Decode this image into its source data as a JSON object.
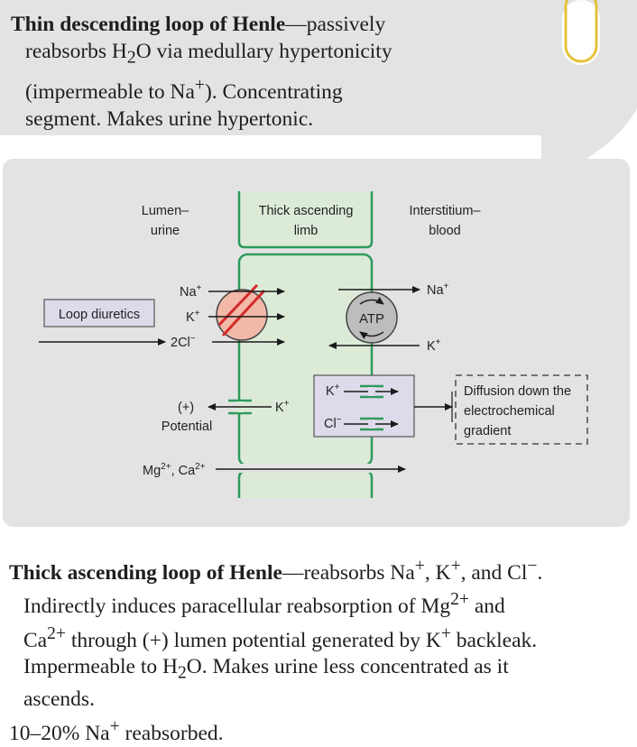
{
  "top_note": {
    "title": "Thin descending loop of Henle",
    "dash": "—",
    "line1_rest": "passively",
    "line2_a": "reabsorbs H",
    "line2_sub": "2",
    "line2_b": "O via medullary hypertonicity",
    "line3_a": "(impermeable to Na",
    "line3_sup": "+",
    "line3_b": "). Concentrating",
    "line4": "segment. Makes urine hypertonic."
  },
  "diagram": {
    "lumen_label_1": "Lumen–",
    "lumen_label_2": "urine",
    "limb_label_1": "Thick ascending",
    "limb_label_2": "limb",
    "interstitium_label_1": "Interstitium–",
    "interstitium_label_2": "blood",
    "loop_diuretics": "Loop diuretics",
    "na": "Na",
    "k": "K",
    "cl2": "2Cl",
    "sup_plus": "+",
    "sup_minus": "−",
    "atp": "ATP",
    "na_out": "Na",
    "k_in": "K",
    "channel_k": "K",
    "channel_cl": "Cl",
    "diffusion_1": "Diffusion down the",
    "diffusion_2": "electrochemical",
    "diffusion_3": "gradient",
    "potential_sign": "(+)",
    "potential_label": "Potential",
    "k_backleak": "K",
    "mg": "Mg",
    "mg_sup": "2+",
    "ca_sep": ", Ca",
    "ca_sup": "2+",
    "colors": {
      "panel": "#e3e3e3",
      "limb_fill": "#dcebd8",
      "limb_border": "#2e9a5c",
      "inhibit_cross": "#d42a2a",
      "cotransporter": "#f2b8a8",
      "atpase": "#bdbdbd"
    }
  },
  "bottom_text": {
    "title": "Thick ascending loop of Henle",
    "dash": "—",
    "l1_a": "reabsorbs Na",
    "l1_b": ", K",
    "l1_c": ", and Cl",
    "l1_d": ".",
    "l2_a": "Indirectly induces paracellular reabsorption of Mg",
    "l2_sup": "2+",
    "l2_b": " and",
    "l3_a": "Ca",
    "l3_sup": "2+",
    "l3_b": " through (+) lumen potential generated by K",
    "l3_c": " backleak.",
    "l4_a": "Impermeable to H",
    "l4_sub": "2",
    "l4_b": "O. Makes urine less concentrated as it",
    "l5": "ascends.",
    "l6_a": "10–20% Na",
    "l6_b": " reabsorbed.",
    "sup_plus": "+",
    "sup_minus": "−"
  }
}
